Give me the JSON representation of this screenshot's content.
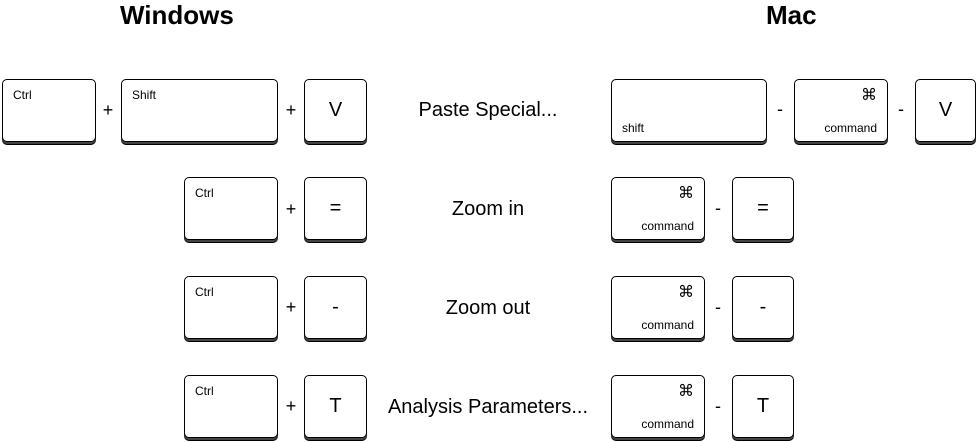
{
  "headings": {
    "windows": "Windows",
    "mac": "Mac"
  },
  "keys": {
    "ctrl": "Ctrl",
    "shift": "Shift",
    "mac_shift": "shift",
    "command": "command",
    "command_symbol": "⌘",
    "v": "V",
    "equals": "=",
    "minus": "-",
    "t": "T"
  },
  "separators": {
    "windows": "+",
    "mac": "-"
  },
  "shortcuts": [
    {
      "description": "Paste Special..."
    },
    {
      "description": "Zoom in"
    },
    {
      "description": "Zoom out"
    },
    {
      "description": "Analysis Parameters..."
    }
  ]
}
